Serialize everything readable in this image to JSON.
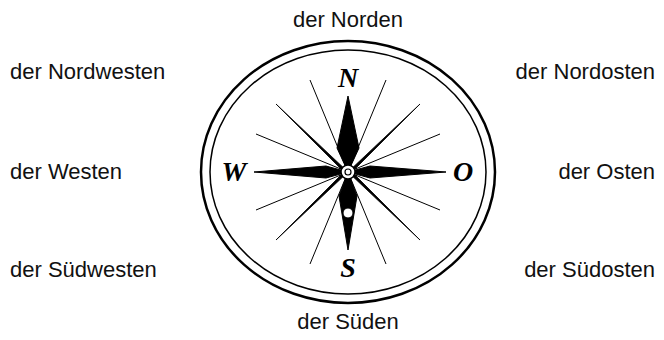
{
  "diagram": {
    "labels": [
      "der Norden",
      "der Nordwesten",
      "N",
      "der Nordosten",
      "der Westen",
      "W",
      "O",
      "der Osten",
      "der Südwesten",
      "S",
      "der Südosten",
      "der Süden"
    ]
  }
}
